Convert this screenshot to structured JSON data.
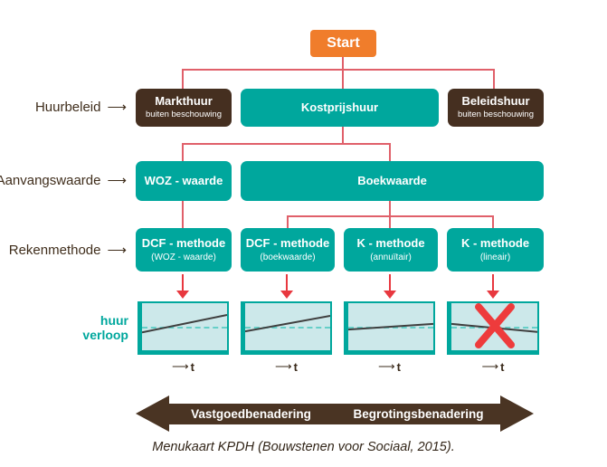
{
  "icons": {
    "long_arrow": "⟶",
    "axis_arrow": "⟶"
  },
  "palette": {
    "teal": "#00A79D",
    "dark_brown": "#452F20",
    "orange": "#F07D2B",
    "connector_red": "#E0606A",
    "arrow_red": "#E8383F",
    "cross_red": "#EE3B3C",
    "chart_bg": "#CCE8EA"
  },
  "flow": {
    "start": "Start",
    "rows": [
      {
        "label": "Huurbeleid",
        "boxes": [
          {
            "title": "Markthuur",
            "subtitle": "buiten beschouwing"
          },
          {
            "title": "Kostprijshuur"
          },
          {
            "title": "Beleidshuur",
            "subtitle": "buiten beschouwing"
          }
        ]
      },
      {
        "label": "Aanvangswaarde",
        "boxes": [
          {
            "title": "WOZ - waarde"
          },
          {
            "title": "Boekwaarde"
          }
        ]
      },
      {
        "label": "Rekenmethode",
        "boxes": [
          {
            "title": "DCF - methode",
            "subtitle": "(WOZ - waarde)"
          },
          {
            "title": "DCF - methode",
            "subtitle": "(boekwaarde)"
          },
          {
            "title": "K - methode",
            "subtitle": "(annuïtair)"
          },
          {
            "title": "K - methode",
            "subtitle": "(lineair)"
          }
        ]
      }
    ]
  },
  "charts": {
    "label_line1": "huur",
    "label_line2": "verloop",
    "axis_label": "t",
    "baseline": 0.5,
    "items": [
      {
        "name": "dcf-woz-waarde",
        "trend": "rising",
        "line": [
          [
            0,
            0.62
          ],
          [
            1,
            0.25
          ]
        ],
        "crossed": false
      },
      {
        "name": "dcf-boekwaarde",
        "trend": "rising",
        "line": [
          [
            0,
            0.6
          ],
          [
            1,
            0.27
          ]
        ],
        "crossed": false
      },
      {
        "name": "k-annuitair",
        "trend": "slightly-rising",
        "line": [
          [
            0,
            0.56
          ],
          [
            1,
            0.44
          ]
        ],
        "crossed": false
      },
      {
        "name": "k-lineair",
        "trend": "declining",
        "line": [
          [
            0,
            0.44
          ],
          [
            1,
            0.61
          ]
        ],
        "crossed": true
      }
    ]
  },
  "spectrum": {
    "left_label": "Vastgoedbenadering",
    "right_label": "Begrotingsbenadering"
  },
  "caption": "Menukaart KPDH (Bouwstenen voor Sociaal, 2015)."
}
